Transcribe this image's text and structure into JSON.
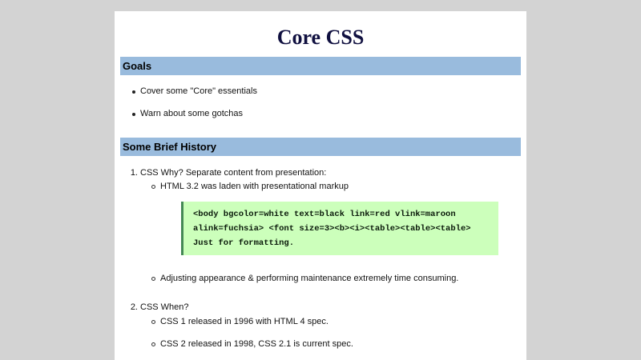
{
  "page": {
    "title": "Core CSS"
  },
  "sections": [
    {
      "heading": "Goals",
      "items": [
        "Cover some \"Core\" essentials",
        "Warn about some gotchas"
      ]
    },
    {
      "heading": "Some Brief History",
      "ordered_items": [
        {
          "number": "1.",
          "text": "CSS Why? Separate content from presentation:",
          "sub_items": [
            "HTML 3.2 was laden with presentational markup",
            "Adjusting appearance & performing maintenance extremely time consuming."
          ],
          "code_lines": [
            "<body bgcolor=white text=black link=red vlink=maroon",
            "alink=fuchsia> <font size=3><b><i><table><table><table>",
            "Just for formatting."
          ]
        },
        {
          "number": "2.",
          "text": "CSS When?",
          "sub_items": [
            "CSS 1 released in 1996 with HTML 4 spec.",
            "CSS 2 released in 1998, CSS 2.1 is current spec."
          ]
        }
      ]
    }
  ],
  "colors": {
    "background": "#d3d3d3",
    "page": "#ffffff",
    "heading_bar": "#99bbdd",
    "title": "#101040",
    "code_background": "#ccffbb",
    "code_border": "#448855"
  }
}
